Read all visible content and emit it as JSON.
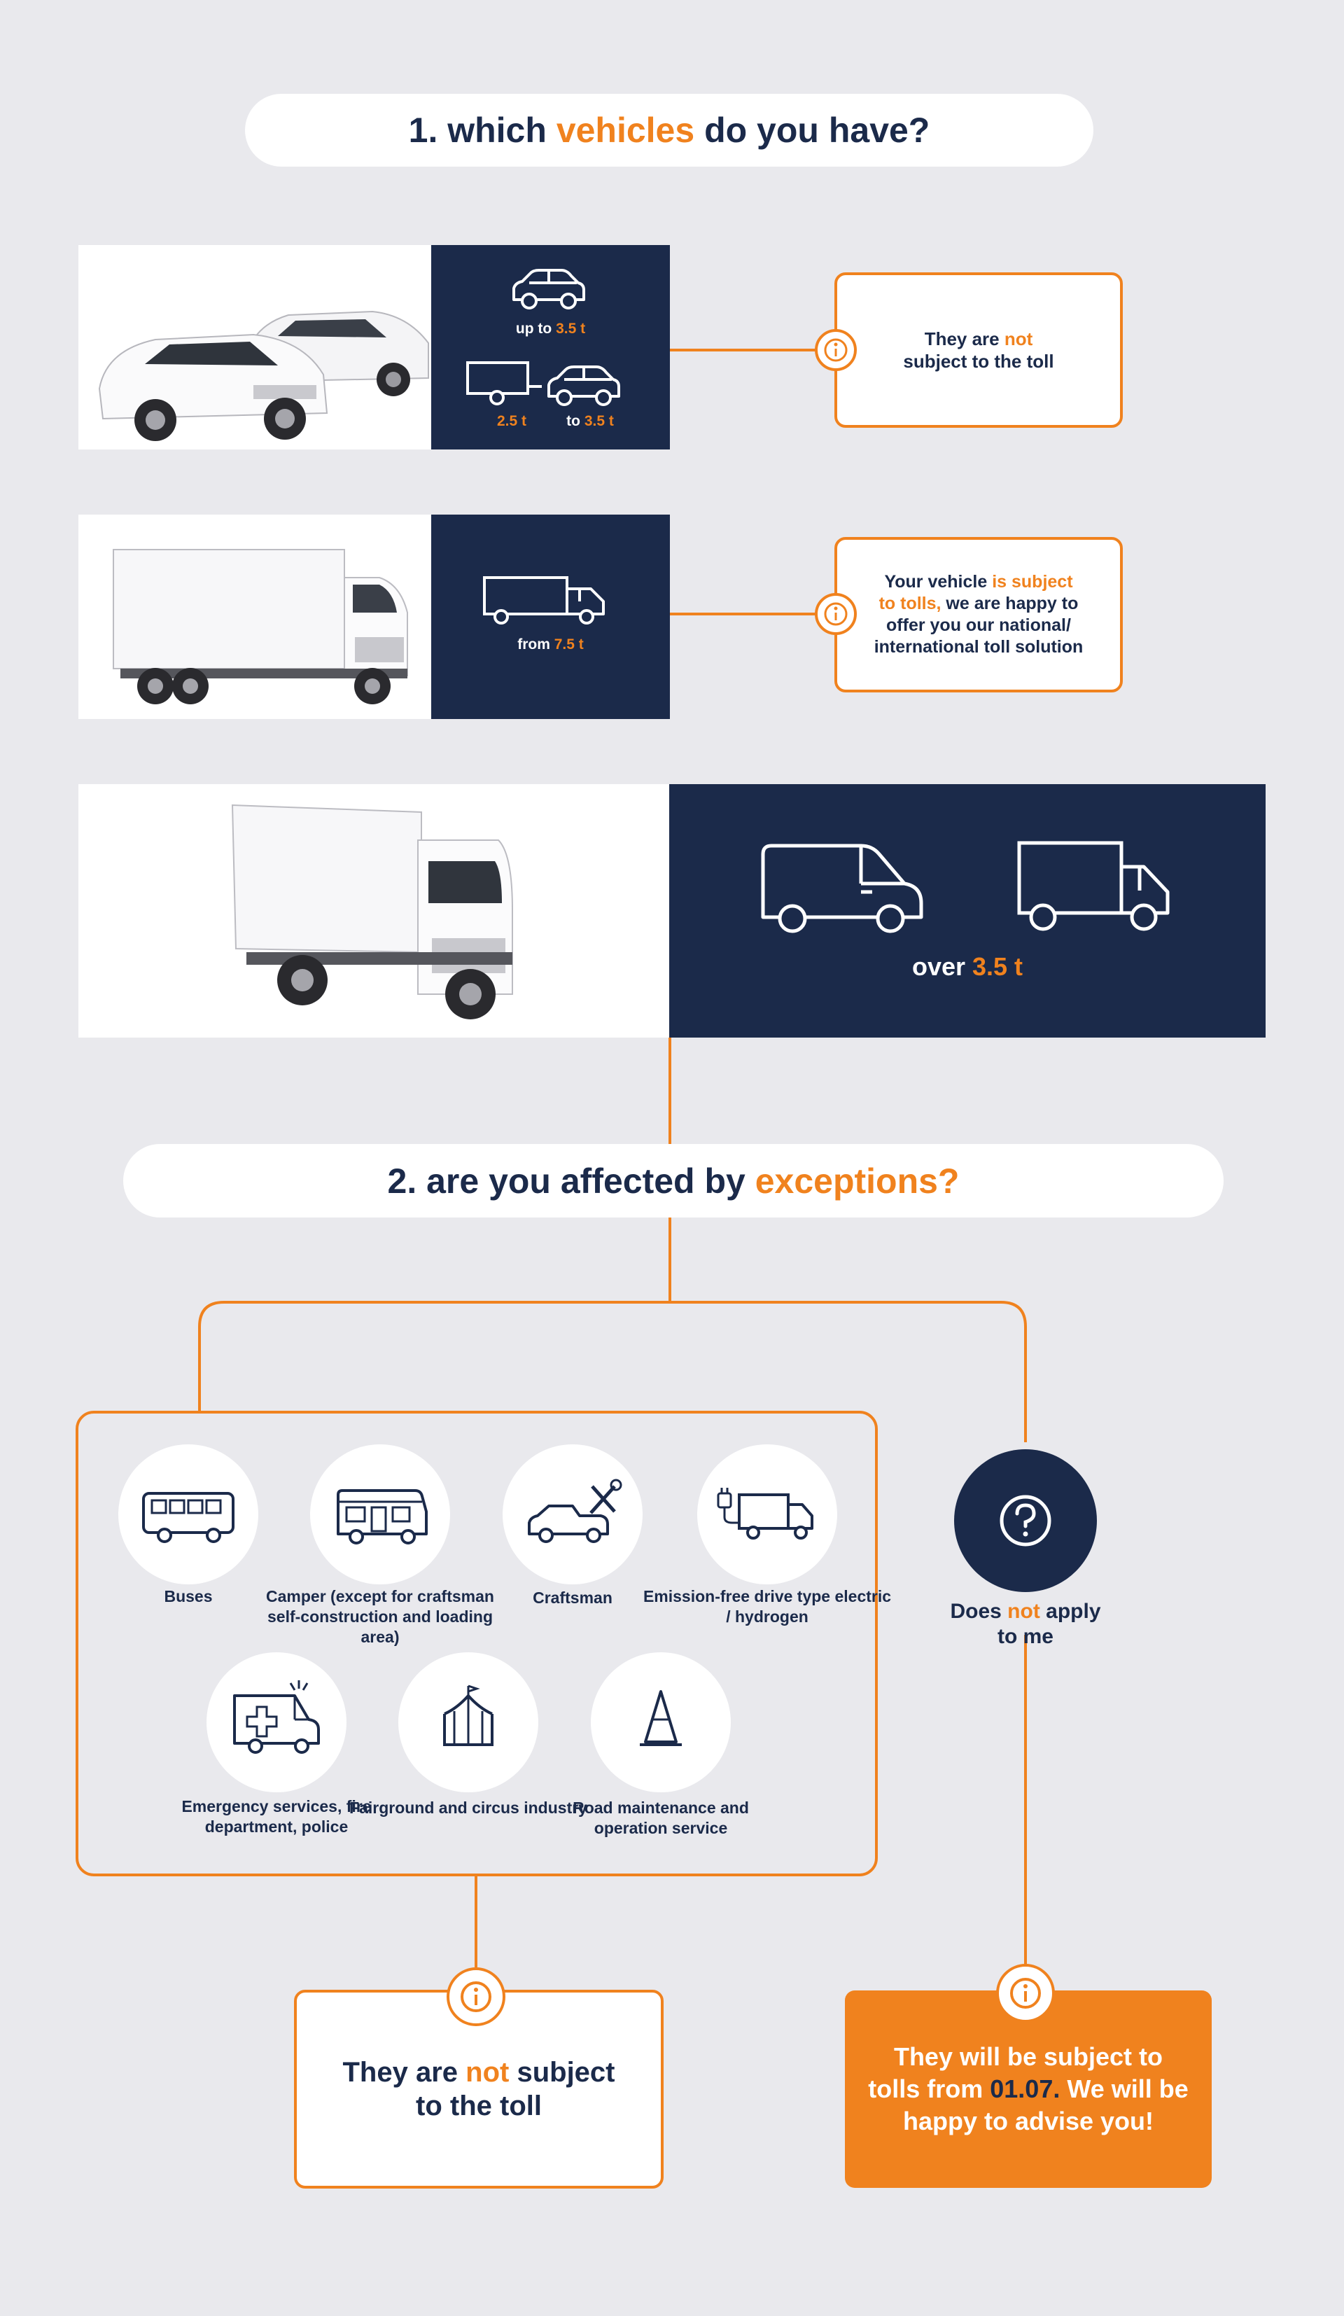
{
  "step1": {
    "prefix": "1. which ",
    "highlight": "vehicles",
    "suffix": " do you have?"
  },
  "row1": {
    "label_upto_prefix": "up to ",
    "label_upto_value": "3.5 t",
    "label_trailer_value": "2.5 t",
    "label_to_prefix": "to ",
    "label_to_value": "3.5 t",
    "info_prefix": "They are ",
    "info_highlight": "not",
    "info_suffix": "subject to the toll"
  },
  "row2": {
    "label_prefix": "from ",
    "label_value": "7.5 t",
    "info_line1_prefix": "Your vehicle ",
    "info_line1_highlight": "is subject",
    "info_line2_highlight": "to tolls,",
    "info_line2_suffix": " we are happy to",
    "info_line3": "offer you our national/",
    "info_line4": "international toll solution"
  },
  "row3": {
    "label_prefix": "over ",
    "label_value": "3.5 t"
  },
  "step2": {
    "prefix": "2. are you affected by ",
    "highlight": "exceptions?"
  },
  "exceptions": [
    {
      "icon": "bus-icon",
      "label": "Buses"
    },
    {
      "icon": "camper-icon",
      "label": "Camper (except for craftsman self-construction and loading area)"
    },
    {
      "icon": "craftsman-icon",
      "label": "Craftsman"
    },
    {
      "icon": "electric-truck-icon",
      "label": "Emission-free drive type electric / hydrogen"
    },
    {
      "icon": "ambulance-icon",
      "label": "Emergency services, fire department, police"
    },
    {
      "icon": "circus-tent-icon",
      "label": "Fairground and circus industry"
    },
    {
      "icon": "traffic-cone-icon",
      "label": "Road maintenance and operation service"
    }
  ],
  "no_apply": {
    "prefix": "Does ",
    "highlight": "not",
    "suffix": " apply",
    "line2": "to me"
  },
  "result_left": {
    "prefix": "They are ",
    "highlight": "not",
    "suffix": " subject",
    "line2": "to the toll"
  },
  "result_right": {
    "line1": "They will be subject to",
    "line2_prefix": "tolls from ",
    "line2_highlight": "01.07.",
    "line2_suffix": " We will be",
    "line3": "happy to advise you!"
  },
  "colors": {
    "navy": "#1b2a4a",
    "orange": "#f0821e",
    "background": "#e9e9ed"
  }
}
